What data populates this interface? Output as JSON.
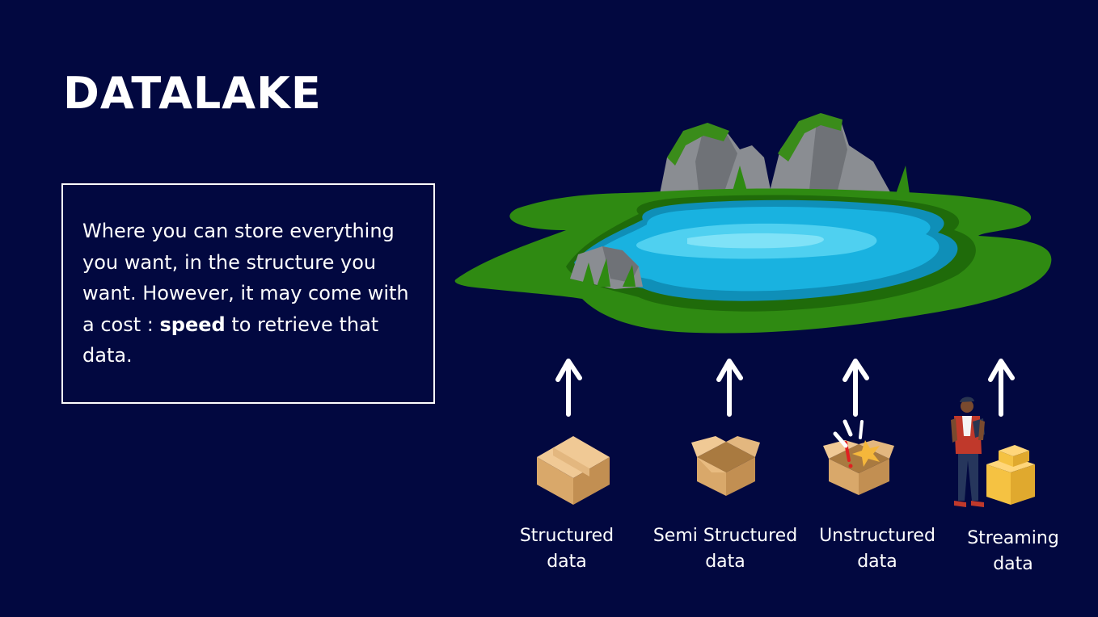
{
  "title": "DATALAKE",
  "description": {
    "before": "Where you can store everything you want, in the structure you want. However, it may come with a cost : ",
    "emphasis": "speed",
    "after": " to retrieve that data."
  },
  "sources": [
    {
      "line1": "Structured",
      "line2": "data",
      "icon": "closed-box-icon"
    },
    {
      "line1": "Semi Structured",
      "line2": "data",
      "icon": "open-box-icon"
    },
    {
      "line1": "Unstructured",
      "line2": "data",
      "icon": "messy-box-icon"
    },
    {
      "line1": "Streaming",
      "line2": "data",
      "icon": "courier-with-boxes-icon"
    }
  ],
  "colors": {
    "background": "#020840",
    "grass": "#2f8a12",
    "water": "#19b2e0",
    "rock": "#8a8d92",
    "box": "#d9a86a"
  }
}
